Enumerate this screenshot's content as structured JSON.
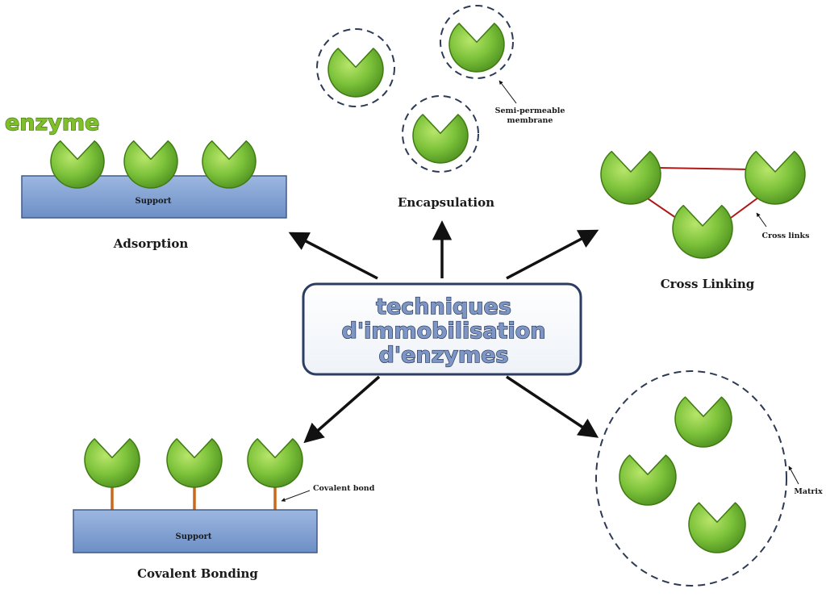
{
  "center": {
    "lines": [
      "techniques",
      "d'immobilisation",
      "d'enzymes"
    ]
  },
  "enzyme_label": "enzyme",
  "adsorption": {
    "title": "Adsorption",
    "support": "Support"
  },
  "encapsulation": {
    "title": "Encapsulation",
    "membrane_lines": [
      "Semi-permeable",
      "membrane"
    ]
  },
  "cross_linking": {
    "title": "Cross Linking",
    "links_label": "Cross links"
  },
  "covalent": {
    "title": "Covalent Bonding",
    "support": "Support",
    "bond_label": "Covalent bond"
  },
  "matrix": {
    "label": "Matrix"
  },
  "colors": {
    "enzyme_fill": "#7cc23a",
    "enzyme_stroke": "#3f7a12",
    "support_fill": "#7f9fd2",
    "dashed": "#2d3a55",
    "cross_link": "#b01818",
    "bond": "#c8691e",
    "center_border": "#2b3d62"
  }
}
